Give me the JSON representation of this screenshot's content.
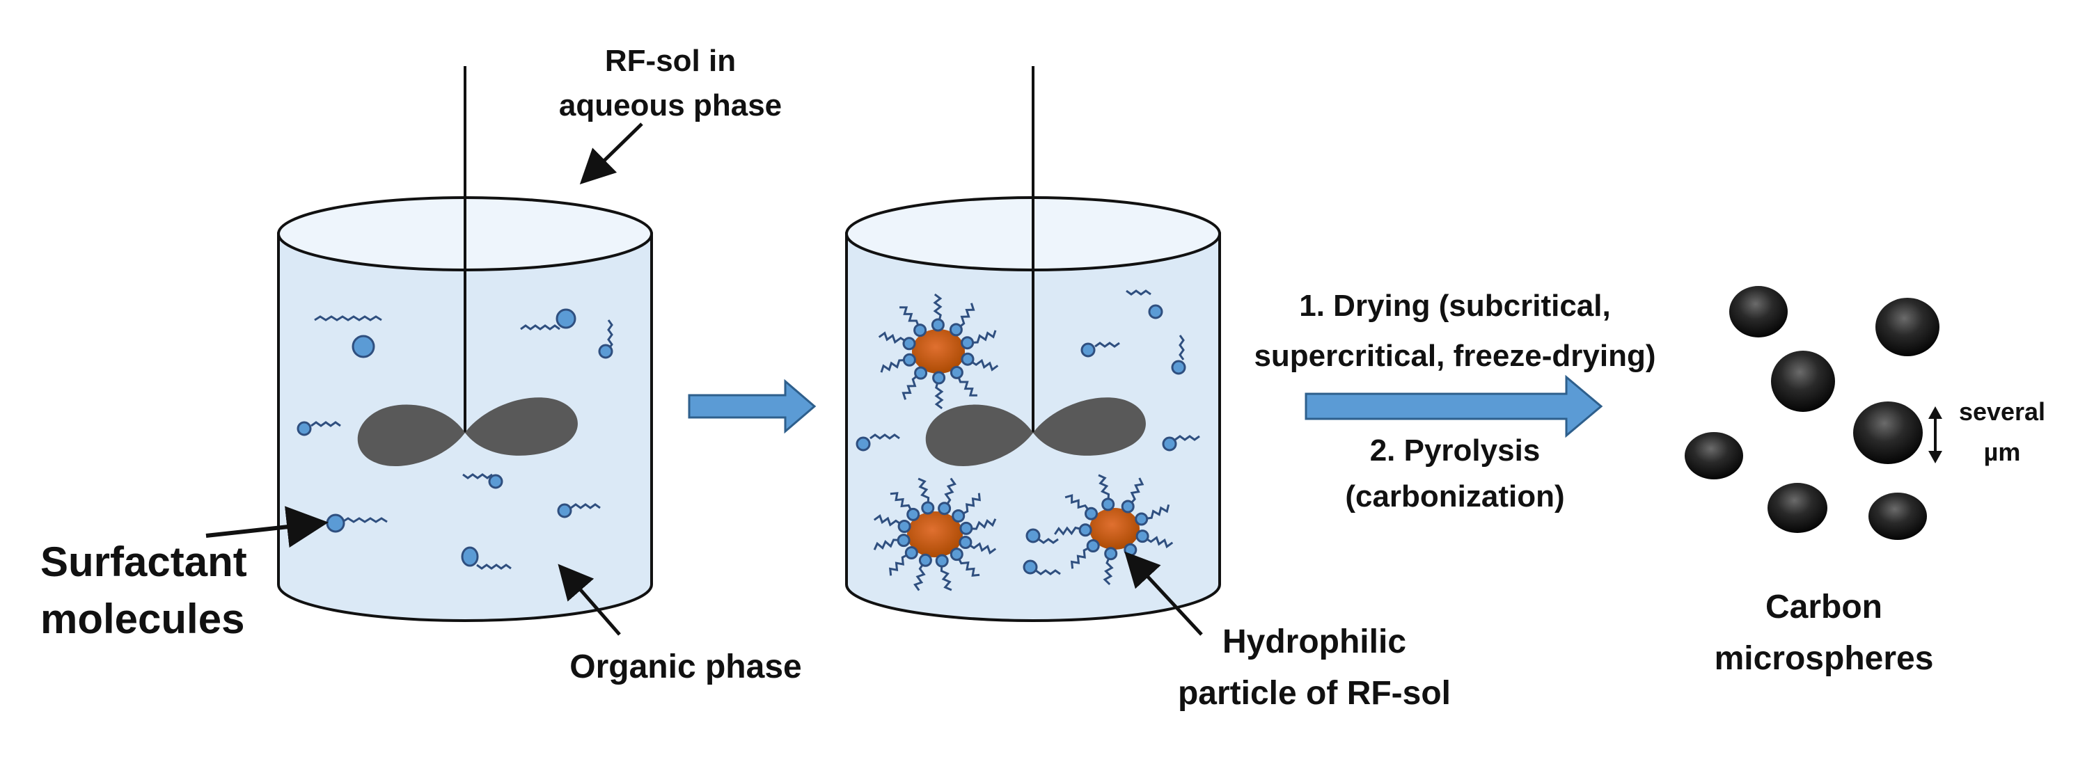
{
  "labels": {
    "rf_sol_line1": "RF-sol in",
    "rf_sol_line2": "aqueous phase",
    "surfactant_line1": "Surfactant",
    "surfactant_line2": "molecules",
    "organic_phase": "Organic phase",
    "hydrophilic_line1": "Hydrophilic",
    "hydrophilic_line2": "particle of RF-sol",
    "step1_line1": "1. Drying (subcritical,",
    "step1_line2": "supercritical, freeze-drying)",
    "step2_line1": "2. Pyrolysis",
    "step2_line2": "(carbonization)",
    "size_line1": "several",
    "size_line2": "µm",
    "carbon_line1": "Carbon",
    "carbon_line2": "microspheres"
  },
  "colors": {
    "liquid": "#dbe9f6",
    "outline": "#111111",
    "arrow_fill": "#5b9bd5",
    "arrow_stroke": "#2e5f8c",
    "surfactant_head": "#5b9bd5",
    "surfactant_tail": "#2f4f7f",
    "rf_particle": "#c55a11",
    "impeller": "#595959",
    "sphere": "#1a1a1a"
  },
  "icons": [
    "beaker-icon",
    "stirrer-icon",
    "surfactant-molecule-icon",
    "rf-particle-icon",
    "process-arrow-icon",
    "carbon-sphere-icon",
    "size-arrow-icon"
  ]
}
